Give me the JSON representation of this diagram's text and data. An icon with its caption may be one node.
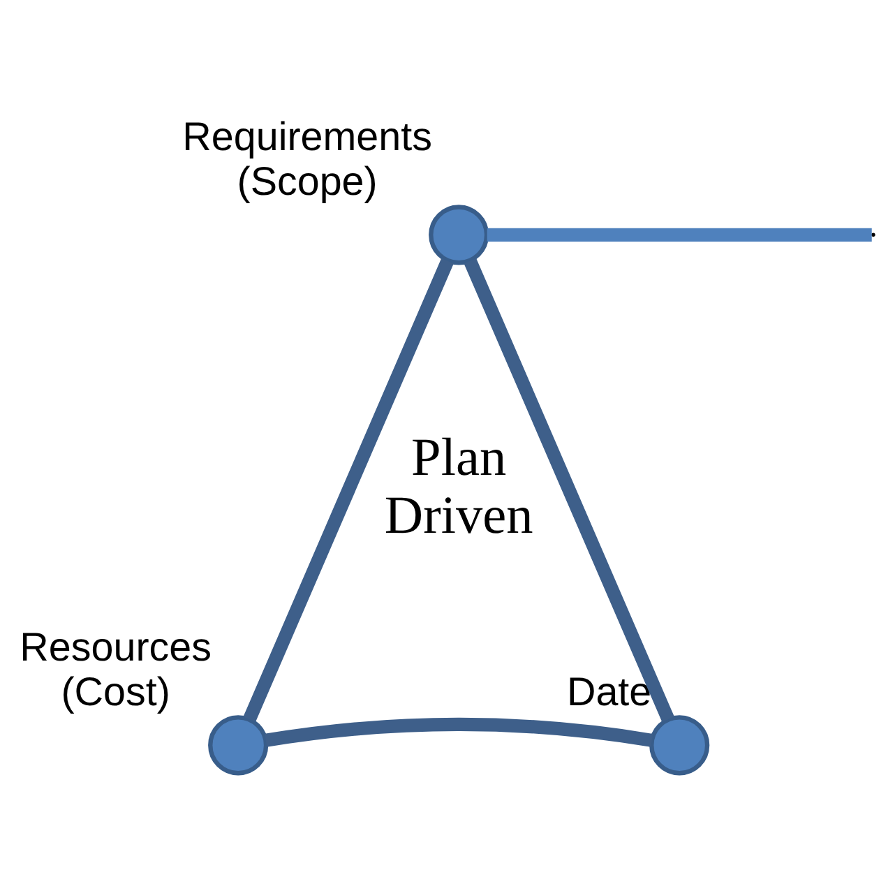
{
  "diagram": {
    "nodes": [
      {
        "text": [],
        "shape": "circle",
        "beside": [
          "Requirements",
          "(Scope)"
        ]
      },
      {
        "text": [],
        "shape": "circle",
        "beside": [
          "Resources",
          "(Cost)"
        ]
      },
      {
        "text": [],
        "shape": "circle",
        "beside": [
          "Date"
        ]
      }
    ],
    "edges": [
      {
        "from": 0,
        "to": 2,
        "arrow": "none"
      },
      {
        "from": 2,
        "to": 1,
        "arrow": "none"
      },
      {
        "from": 1,
        "to": 0,
        "arrow": "none"
      },
      {
        "from": 0,
        "to": null,
        "arrow": "none",
        "color": "#4f81bd"
      }
    ],
    "labels": [
      "Plan Driven"
    ]
  }
}
